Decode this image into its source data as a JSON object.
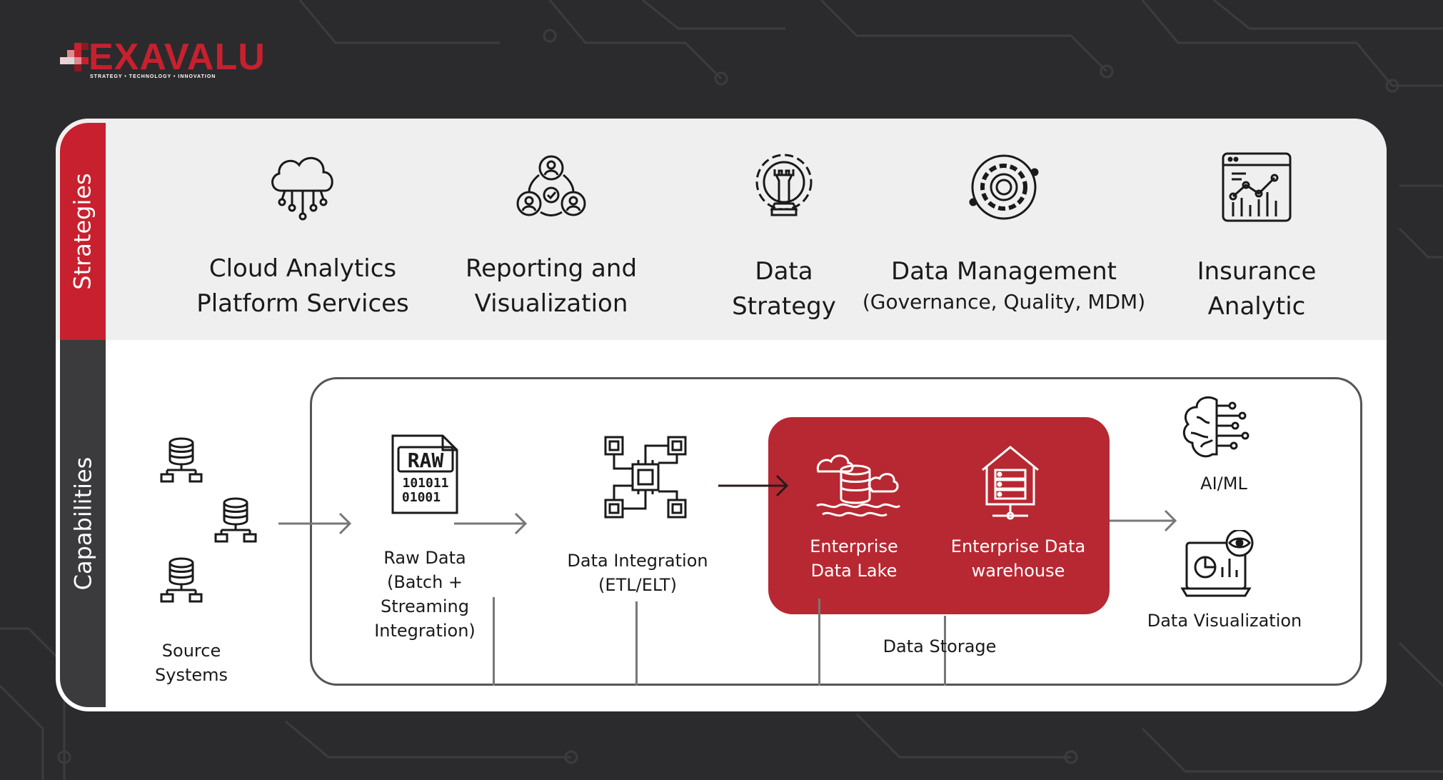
{
  "brand": {
    "name": "EXAVALU",
    "tagline": "STRATEGY • TECHNOLOGY • INNOVATION",
    "accent_color": "#c8202e"
  },
  "sections": {
    "strategies_label": "Strategies",
    "capabilities_label": "Capabilities"
  },
  "strategies": [
    {
      "line1": "Cloud Analytics",
      "line2": "Platform Services",
      "icon": "cloud-network-icon"
    },
    {
      "line1": "Reporting and",
      "line2": "Visualization",
      "icon": "team-cycle-icon"
    },
    {
      "line1": "Data",
      "line2": "Strategy",
      "icon": "gear-chess-rook-icon"
    },
    {
      "line1": "Data Management",
      "line2": "(Governance, Quality, MDM)",
      "icon": "gear-icon"
    },
    {
      "line1": "Insurance",
      "line2": "Analytic",
      "icon": "analytics-dashboard-icon"
    }
  ],
  "capabilities": {
    "source": {
      "line1": "Source",
      "line2": "Systems",
      "icon": "database-server-icon"
    },
    "raw": {
      "line1": "Raw Data",
      "line2": "(Batch + Streaming",
      "line3": "Integration)",
      "icon": "raw-file-icon",
      "icon_text": "RAW",
      "bits1": "101011",
      "bits2": "01001"
    },
    "integration": {
      "line1": "Data Integration",
      "line2": "(ETL/ELT)",
      "icon": "circuit-chip-icon"
    },
    "lake": {
      "line1": "Enterprise",
      "line2": "Data Lake",
      "icon": "data-lake-icon"
    },
    "warehouse": {
      "line1": "Enterprise Data",
      "line2": "warehouse",
      "icon": "data-warehouse-icon"
    },
    "storage_label": "Data Storage",
    "aiml": {
      "label": "AI/ML",
      "icon": "brain-circuit-icon"
    },
    "viz": {
      "label": "Data Visualization",
      "icon": "monitor-chart-icon"
    }
  },
  "colors": {
    "background": "#2b2b2d",
    "storage_fill": "#b82832",
    "dark_tab": "#3b3b3d"
  }
}
